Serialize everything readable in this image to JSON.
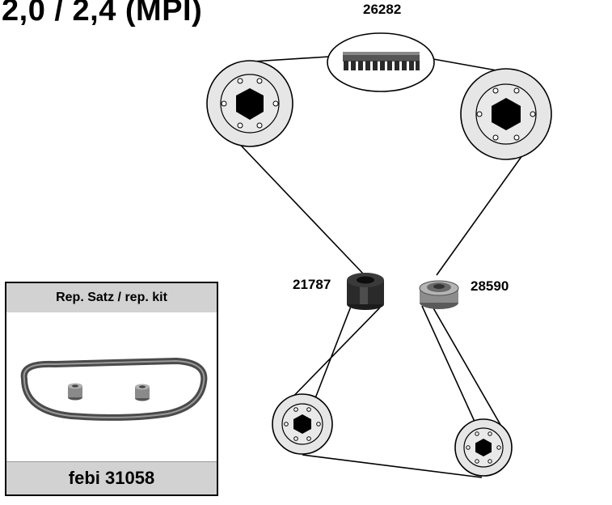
{
  "title": "2,0 / 2,4 (MPI)",
  "parts": {
    "belt": {
      "number": "26282",
      "icon": "timing-belt-segment-icon"
    },
    "idler": {
      "number": "21787",
      "icon": "idler-pulley-icon"
    },
    "tensioner": {
      "number": "28590",
      "icon": "tensioner-pulley-icon"
    }
  },
  "kit": {
    "header": "Rep. Satz / rep. kit",
    "footer": "febi 31058",
    "icon": "timing-belt-kit-icon"
  },
  "sprockets": [
    "camshaft-pulley-left-icon",
    "camshaft-pulley-right-icon",
    "crankshaft-pulley-icon",
    "auxiliary-pulley-icon"
  ],
  "colors": {
    "pulley_face": "#e6e6e6",
    "hub": "#000000",
    "kit_band": "#d2d2d2"
  }
}
